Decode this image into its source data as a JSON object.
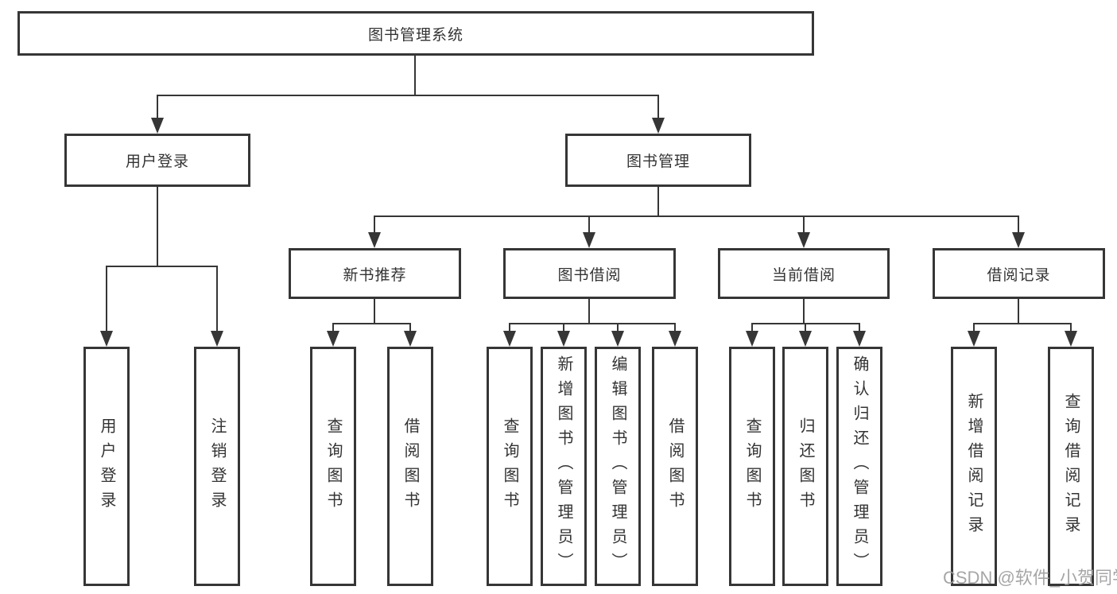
{
  "tree": {
    "label": "图书管理系统",
    "children": [
      {
        "label": "用户登录",
        "children": [
          {
            "label": "用户登录"
          },
          {
            "label": "注销登录"
          }
        ]
      },
      {
        "label": "图书管理",
        "children": [
          {
            "label": "新书推荐",
            "children": [
              {
                "label": "查询图书"
              },
              {
                "label": "借阅图书"
              }
            ]
          },
          {
            "label": "图书借阅",
            "children": [
              {
                "label": "查询图书"
              },
              {
                "label": "新增图书（管理员）"
              },
              {
                "label": "编辑图书（管理员）"
              },
              {
                "label": "借阅图书"
              }
            ]
          },
          {
            "label": "当前借阅",
            "children": [
              {
                "label": "查询图书"
              },
              {
                "label": "归还图书"
              },
              {
                "label": "确认归还（管理员）"
              }
            ]
          },
          {
            "label": "借阅记录",
            "children": [
              {
                "label": "新增借阅记录"
              },
              {
                "label": "查询借阅记录"
              }
            ]
          }
        ]
      }
    ]
  },
  "watermark": {
    "text": "CSDN @软件_小贺同学"
  },
  "colors": {
    "line": "#363636",
    "box_border": "#363636",
    "text": "#333333",
    "background": "#ffffff",
    "watermark": "#9e9e9e"
  }
}
